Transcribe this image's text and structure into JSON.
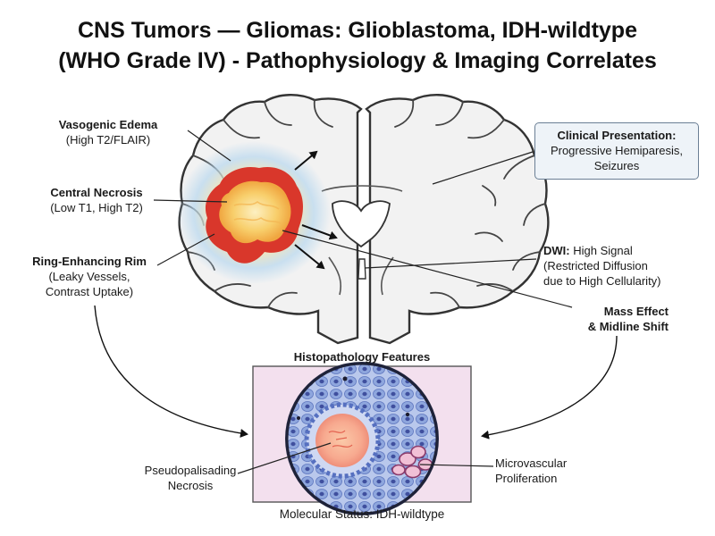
{
  "title": {
    "line1": "CNS Tumors — Gliomas: Glioblastoma, IDH-wildtype",
    "line2": "(WHO Grade IV) - Pathophysiology & Imaging Correlates"
  },
  "labels": {
    "vasogenic_edema": {
      "name": "Vasogenic Edema",
      "detail": "(High T2/FLAIR)"
    },
    "central_necrosis": {
      "name": "Central Necrosis",
      "detail": "(Low T1, High T2)"
    },
    "ring_enhancing_rim": {
      "name": "Ring-Enhancing Rim",
      "detail1": "(Leaky Vessels,",
      "detail2": "Contrast Uptake)"
    },
    "clinical_presentation": {
      "name": "Clinical Presentation:",
      "detail1": "Progressive Hemiparesis,",
      "detail2": "Seizures"
    },
    "dwi": {
      "name": "DWI:",
      "detail0": " High Signal",
      "detail1": "(Restricted Diffusion",
      "detail2": "due to High Cellularity)"
    },
    "mass_effect": {
      "line1": "Mass Effect",
      "line2": "& Midline Shift"
    }
  },
  "histopathology": {
    "title": "Histopathology Features",
    "pseudopalisading": {
      "line1": "Pseudopalisading",
      "line2": "Necrosis"
    },
    "microvascular": {
      "line1": "Microvascular",
      "line2": "Proliferation"
    },
    "molecular_status": "Molecular Status: IDH-wildtype"
  },
  "colors": {
    "edema": "#9fc9e8",
    "edema_glow": "#f3e3a0",
    "rim": "#d9372b",
    "necrosis": "#f6c35c",
    "necrosis_core": "#fbe6a3",
    "brain_fill": "#f2f2f2",
    "brain_stroke": "#333333",
    "histo_bg": "#f3e0ee",
    "tissue": "#8fa9dc",
    "nucleus": "#4b5fa8",
    "accent_box": "#eef3f8"
  }
}
